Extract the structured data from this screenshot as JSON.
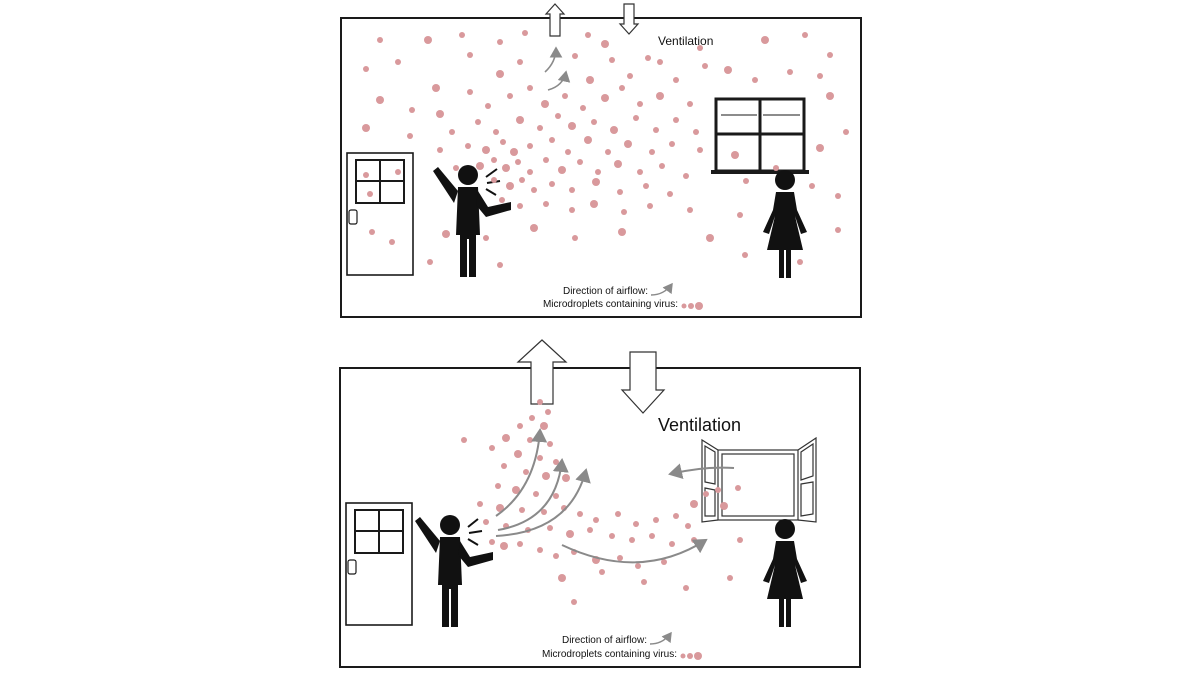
{
  "panels": [
    {
      "id": "closed-window",
      "ventilation_label": "Ventilation",
      "legend": {
        "airflow": "Direction of airflow:",
        "droplets": "Microdroplets containing virus:"
      }
    },
    {
      "id": "open-window",
      "ventilation_label": "Ventilation",
      "legend": {
        "airflow": "Direction of airflow:",
        "droplets": "Microdroplets containing virus:"
      }
    }
  ],
  "colors": {
    "droplet": "#d9999c",
    "airflow_arrow": "#8a8a8a",
    "outline": "#1a1a1a",
    "silhouette": "#111111"
  }
}
